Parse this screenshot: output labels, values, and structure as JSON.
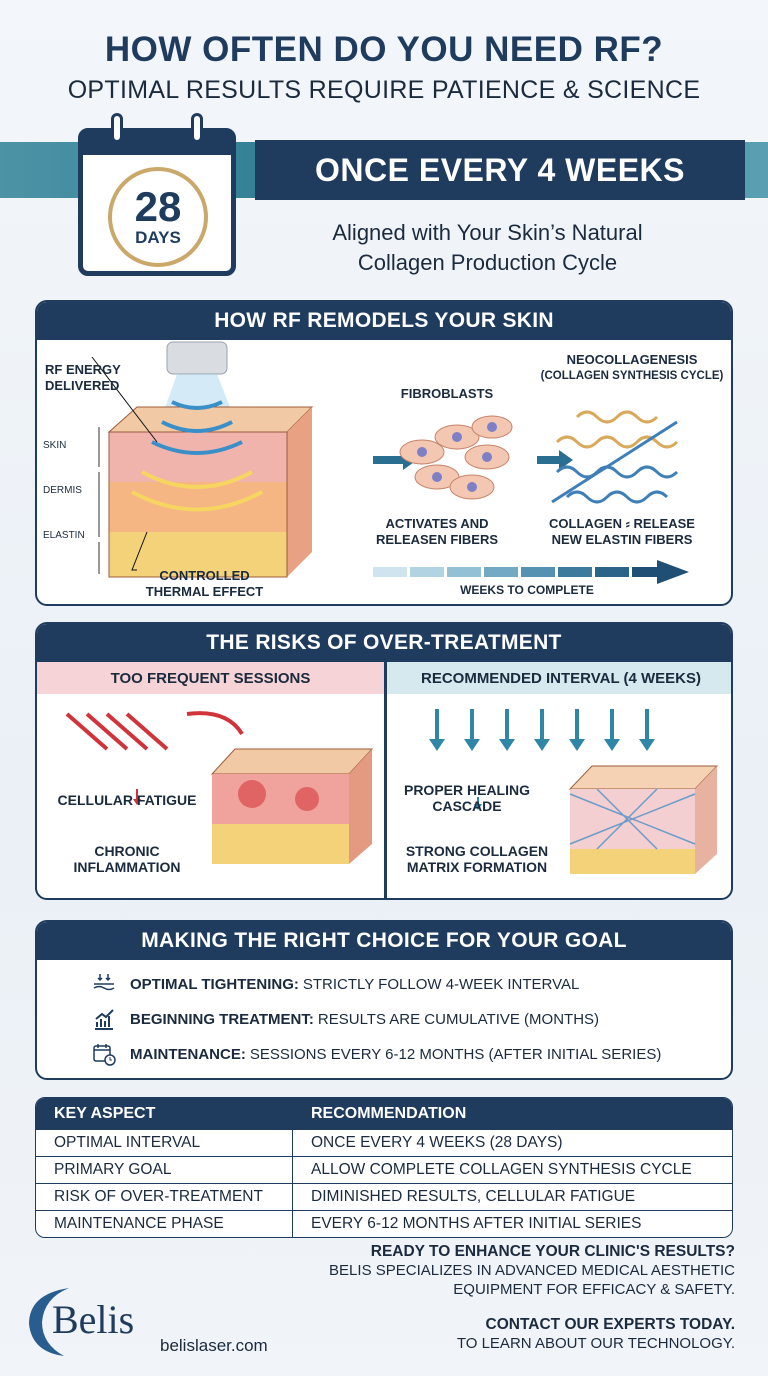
{
  "header": {
    "title": "HOW OFTEN DO YOU NEED RF?",
    "subtitle": "OPTIMAL RESULTS REQUIRE PATIENCE & SCIENCE"
  },
  "calendar": {
    "number": "28",
    "unit": "DAYS",
    "icon": "calendar-icon"
  },
  "frequency": {
    "headline": "ONCE EVERY 4 WEEKS",
    "line1": "Aligned with Your Skin’s Natural",
    "line2": "Collagen Production Cycle"
  },
  "remodel": {
    "title": "HOW RF REMODELS YOUR SKIN",
    "rf_energy": "RF ENERGY DELIVERED",
    "layers": [
      "SKIN",
      "DERMIS",
      "ELASTIN"
    ],
    "thermal": "CONTROLLED THERMAL EFFECT",
    "fibroblasts": "FIBROBLASTS",
    "fibroblasts_caption": "ACTIVATES AND RELEASEN FIBERS",
    "neo_title": "NEOCOLLAGENESIS",
    "neo_sub": "(COLLAGEN SYNTHESIS CYCLE)",
    "neo_caption": "COLLAGEN ⸗ RELEASE NEW ELASTIN FIBERS",
    "timeline": "WEEKS TO COMPLETE"
  },
  "risks": {
    "title": "THE RISKS OF OVER-TREATMENT",
    "left": {
      "heading": "TOO FREQUENT SESSIONS",
      "step1": "CELLULAR FATIGUE",
      "step2": "CHRONIC INFLAMMATION",
      "color": "#f6d3d6"
    },
    "right": {
      "heading": "RECOMMENDED INTERVAL (4 WEEKS)",
      "step1": "PROPER HEALING CASCADE",
      "step2": "STRONG COLLAGEN MATRIX FORMATION",
      "color": "#d5e9ef"
    }
  },
  "choice": {
    "title": "MAKING THE RIGHT CHOICE FOR YOUR GOAL",
    "items": [
      {
        "label": "OPTIMAL TIGHTENING:",
        "text": "STRICTLY FOLLOW 4-WEEK INTERVAL",
        "icon": "tightening-icon"
      },
      {
        "label": "BEGINNING TREATMENT:",
        "text": "RESULTS ARE CUMULATIVE (MONTHS)",
        "icon": "growth-chart-icon"
      },
      {
        "label": "MAINTENANCE:",
        "text": "SESSIONS EVERY 6-12 MONTHS (AFTER INITIAL SERIES)",
        "icon": "calendar-clock-icon"
      }
    ]
  },
  "table": {
    "headers": [
      "KEY ASPECT",
      "RECOMMENDATION"
    ],
    "rows": [
      [
        "OPTIMAL INTERVAL",
        "ONCE EVERY 4 WEEKS (28 DAYS)"
      ],
      [
        "PRIMARY GOAL",
        "ALLOW COMPLETE COLLAGEN SYNTHESIS CYCLE"
      ],
      [
        "RISK OF OVER-TREATMENT",
        "DIMINISHED RESULTS, CELLULAR FATIGUE"
      ],
      [
        "MAINTENANCE PHASE",
        "EVERY 6-12 MONTHS AFTER INITIAL SERIES"
      ]
    ]
  },
  "footer": {
    "cta_title": "READY TO ENHANCE YOUR CLINIC'S RESULTS?",
    "cta_line1": "BELIS SPECIALIZES IN ADVANCED MEDICAL AESTHETIC",
    "cta_line2": "EQUIPMENT FOR EFFICACY & SAFETY.",
    "contact_title": "CONTACT OUR EXPERTS TODAY.",
    "contact_line": "TO LEARN ABOUT OUR TECHNOLOGY.",
    "logo": "Belis",
    "website": "belislaser.com"
  },
  "colors": {
    "navy": "#1f3b5e",
    "teal": "#2f7d93",
    "gold": "#c9a86a"
  }
}
